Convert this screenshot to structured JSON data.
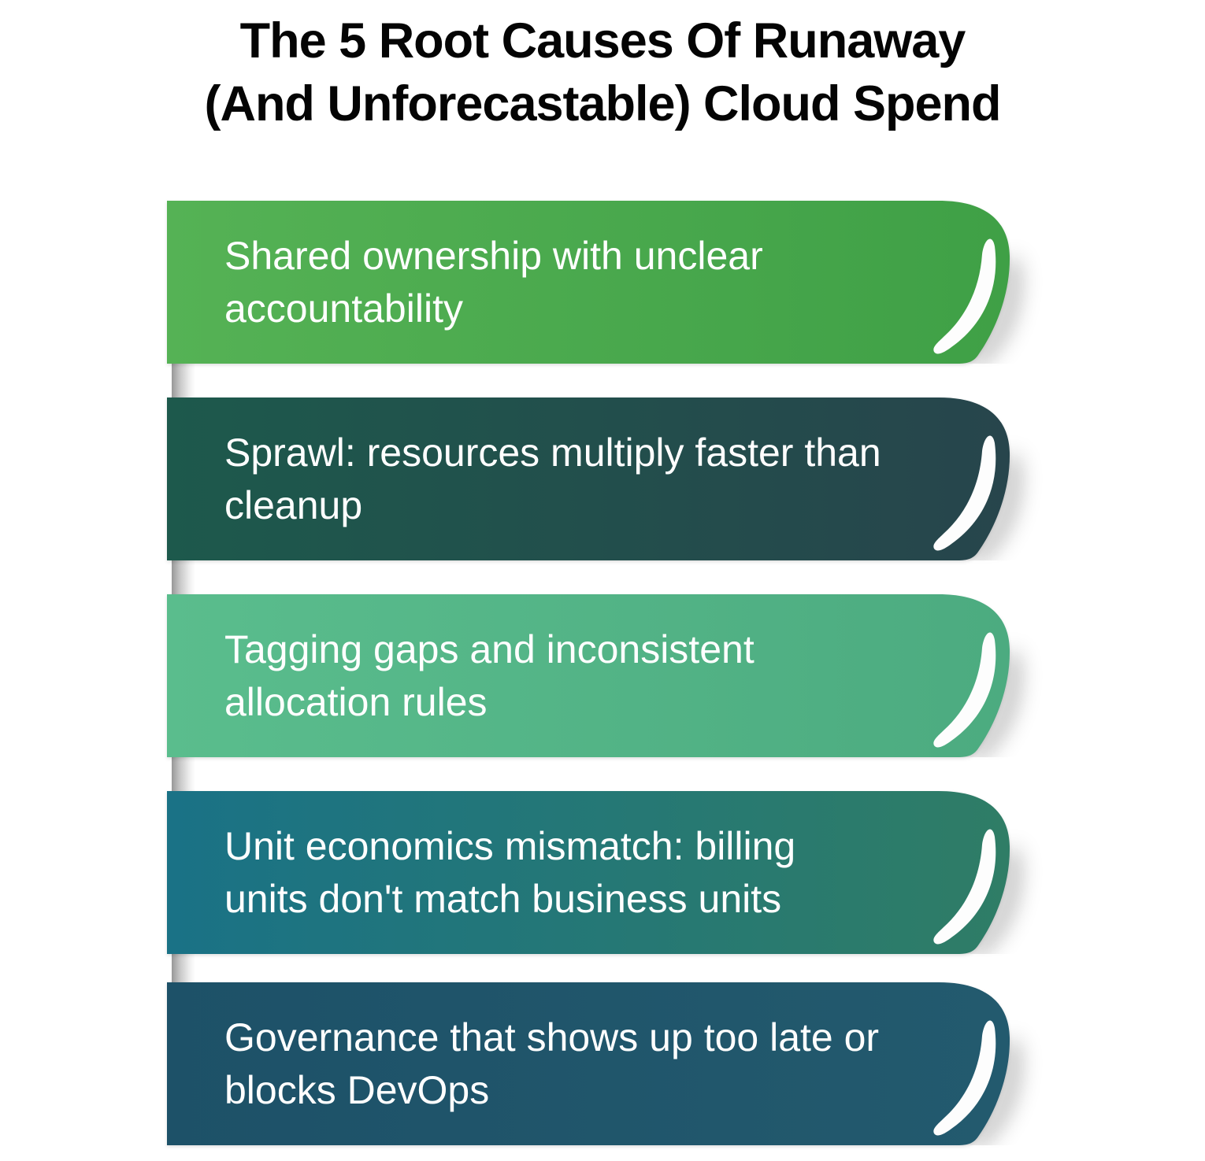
{
  "title": {
    "line1": "The 5 Root Causes Of Runaway",
    "line2": "(And Unforecastable) Cloud Spend"
  },
  "colors": {
    "background": "#ffffff",
    "title_text": "#040404",
    "ribbon_text": "#ffffff",
    "spine_gradient": [
      "#989898",
      "#ffffff"
    ],
    "curl_paper": "#ffffff"
  },
  "rows": [
    {
      "text": "Shared ownership with unclear accountability",
      "lines": [
        "Shared ownership with unclear",
        "accountability"
      ],
      "gradient": [
        "#55b255",
        "#3fa046"
      ]
    },
    {
      "text": "Sprawl: resources multiply faster than cleanup",
      "lines": [
        "Sprawl: resources multiply faster than",
        "cleanup"
      ],
      "gradient": [
        "#1d594c",
        "#27454c"
      ]
    },
    {
      "text": "Tagging gaps and inconsistent allocation rules",
      "lines": [
        "Tagging gaps and inconsistent",
        "allocation rules"
      ],
      "gradient": [
        "#5abd8d",
        "#4cab80"
      ]
    },
    {
      "text": "Unit economics mismatch: billing units don't match business units",
      "lines": [
        "Unit economics mismatch: billing",
        "units don't match business units"
      ],
      "gradient": [
        "#1a7286",
        "#2f7d66"
      ]
    },
    {
      "text": "Governance that shows up too late or blocks DevOps",
      "lines": [
        "Governance that shows up too late or",
        "blocks DevOps"
      ],
      "gradient": [
        "#1d5168",
        "#235a6e"
      ]
    }
  ]
}
